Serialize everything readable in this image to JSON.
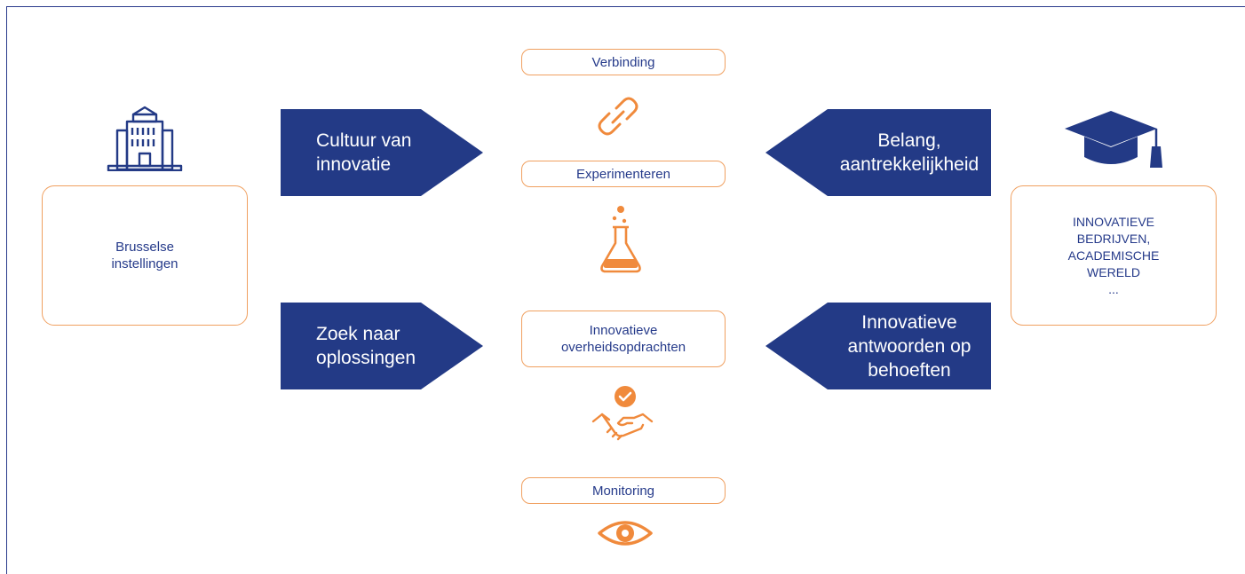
{
  "colors": {
    "navy": "#233a86",
    "orange": "#f08a3c",
    "border_orange": "#f0a060",
    "text_blue": "#253a8a"
  },
  "left_box": {
    "label": "Brusselse\ninstellingen",
    "icon": "building-icon"
  },
  "right_box": {
    "label": "INNOVATIEVE\nBEDRIJVEN,\nACADEMISCHE\nWERELD\n...",
    "icon": "graduation-cap-icon"
  },
  "arrows": {
    "left_top": "Cultuur van innovatie",
    "left_bottom": "Zoek naar oplossingen",
    "right_top": "Belang, aantrekkelijkheid",
    "right_bottom": "Innovatieve antwoorden op behoeften"
  },
  "center": {
    "verbinding": {
      "label": "Verbinding",
      "icon": "chain-link-icon"
    },
    "experimenteren": {
      "label": "Experimenteren",
      "icon": "flask-icon"
    },
    "overheidsopdrachten": {
      "label": "Innovatieve\noverheidsopdrachten",
      "icon": "handshake-check-icon"
    },
    "monitoring": {
      "label": "Monitoring",
      "icon": "eye-icon"
    }
  }
}
